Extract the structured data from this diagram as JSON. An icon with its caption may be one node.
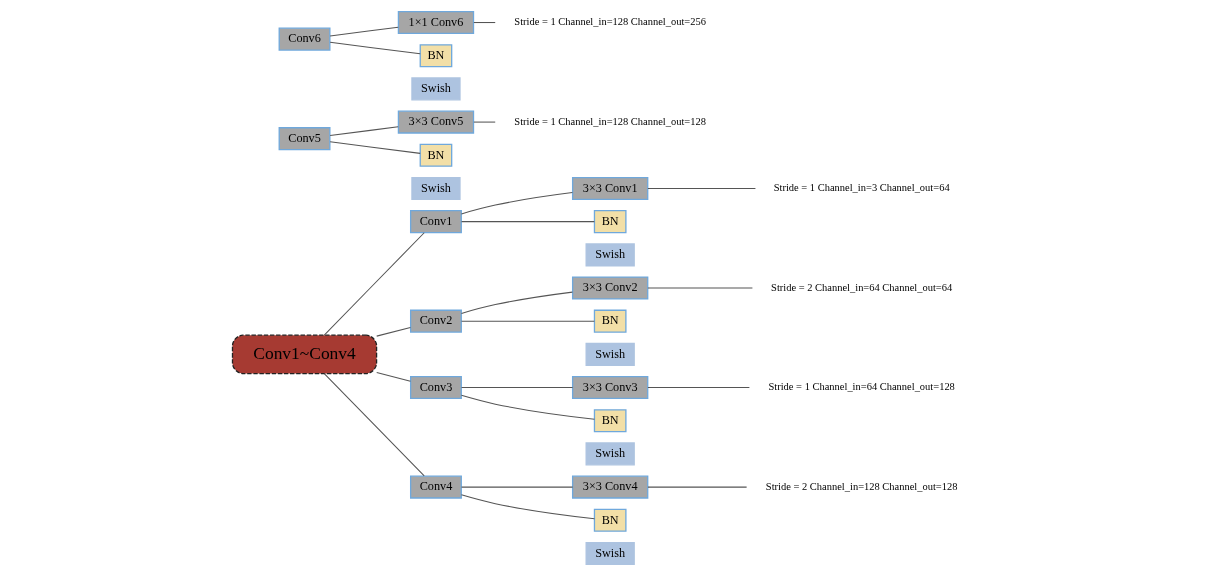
{
  "diagram": {
    "nodes": [
      {
        "text": [
          "Conv1~Conv4"
        ]
      },
      {
        "text": [
          "Conv1"
        ]
      },
      {
        "text": [
          "3×3 Conv1"
        ]
      },
      {
        "text": [
          "Stride = 1 Channel_in=3 Channel_out=64"
        ]
      },
      {
        "text": [
          "BN"
        ]
      },
      {
        "text": [
          "Swish"
        ]
      },
      {
        "text": [
          "Conv2"
        ]
      },
      {
        "text": [
          "3×3 Conv2"
        ]
      },
      {
        "text": [
          "Stride = 2 Channel_in=64 Channel_out=64"
        ]
      },
      {
        "text": [
          "BN"
        ]
      },
      {
        "text": [
          "Swish"
        ]
      },
      {
        "text": [
          "Conv3"
        ]
      },
      {
        "text": [
          "3×3 Conv3"
        ]
      },
      {
        "text": [
          "Stride = 1 Channel_in=64 Channel_out=128"
        ]
      },
      {
        "text": [
          "BN"
        ]
      },
      {
        "text": [
          "Swish"
        ]
      },
      {
        "text": [
          "Conv4"
        ]
      },
      {
        "text": [
          "3×3 Conv4"
        ]
      },
      {
        "text": [
          "Stride = 2 Channel_in=128 Channel_out=128"
        ]
      },
      {
        "text": [
          "BN"
        ]
      },
      {
        "text": [
          "Swish"
        ]
      },
      {
        "text": [
          "Conv5"
        ]
      },
      {
        "text": [
          "3×3 Conv5"
        ]
      },
      {
        "text": [
          "Stride = 1 Channel_in=128 Channel_out=128"
        ]
      },
      {
        "text": [
          "BN"
        ]
      },
      {
        "text": [
          "Swish"
        ]
      },
      {
        "text": [
          "Conv6"
        ]
      },
      {
        "text": [
          "1×1 Conv6"
        ]
      },
      {
        "text": [
          "Stride = 1 Channel_in=128 Channel_out=256"
        ]
      },
      {
        "text": [
          "BN"
        ]
      },
      {
        "text": [
          "Swish"
        ]
      }
    ],
    "edges": [
      {
        "from": 0,
        "to": 1,
        "arrow": "none"
      },
      {
        "from": 0,
        "to": 6,
        "arrow": "none"
      },
      {
        "from": 0,
        "to": 11,
        "arrow": "none"
      },
      {
        "from": 0,
        "to": 16,
        "arrow": "none"
      },
      {
        "from": 1,
        "to": 2,
        "arrow": "none"
      },
      {
        "from": 1,
        "to": 4,
        "arrow": "none"
      },
      {
        "from": 2,
        "to": 3,
        "arrow": "none"
      },
      {
        "from": 6,
        "to": 7,
        "arrow": "none"
      },
      {
        "from": 6,
        "to": 9,
        "arrow": "none"
      },
      {
        "from": 7,
        "to": 8,
        "arrow": "none"
      },
      {
        "from": 11,
        "to": 12,
        "arrow": "none"
      },
      {
        "from": 11,
        "to": 14,
        "arrow": "none"
      },
      {
        "from": 12,
        "to": 13,
        "arrow": "none"
      },
      {
        "from": 16,
        "to": 17,
        "arrow": "none"
      },
      {
        "from": 16,
        "to": 19,
        "arrow": "none"
      },
      {
        "from": 17,
        "to": 18,
        "arrow": "none"
      },
      {
        "from": 21,
        "to": 22,
        "arrow": "none"
      },
      {
        "from": 21,
        "to": 24,
        "arrow": "none"
      },
      {
        "from": 22,
        "to": 23,
        "arrow": "none"
      },
      {
        "from": 26,
        "to": 27,
        "arrow": "none"
      },
      {
        "from": 26,
        "to": 29,
        "arrow": "none"
      },
      {
        "from": 27,
        "to": 28,
        "arrow": "none"
      }
    ]
  }
}
